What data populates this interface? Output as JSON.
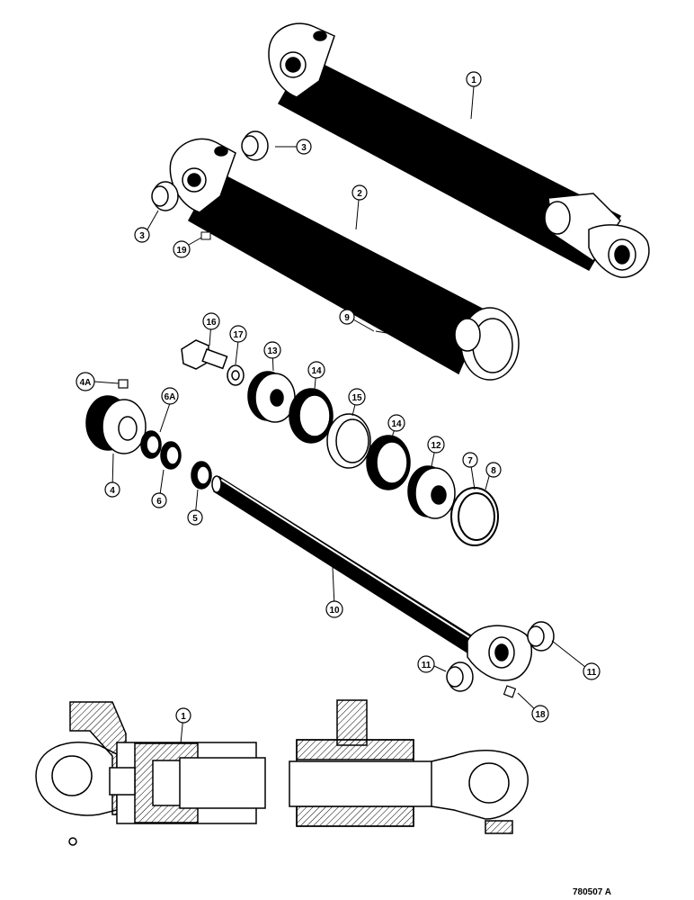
{
  "figure": {
    "id": "780507 A"
  },
  "callouts": [
    {
      "key": "c1_top",
      "label": "1"
    },
    {
      "key": "c2",
      "label": "2"
    },
    {
      "key": "c3_a",
      "label": "3"
    },
    {
      "key": "c3_b",
      "label": "3"
    },
    {
      "key": "c19",
      "label": "19"
    },
    {
      "key": "c9",
      "label": "9"
    },
    {
      "key": "c16",
      "label": "16"
    },
    {
      "key": "c17",
      "label": "17"
    },
    {
      "key": "c13",
      "label": "13"
    },
    {
      "key": "c14_a",
      "label": "14"
    },
    {
      "key": "c15",
      "label": "15"
    },
    {
      "key": "c14_b",
      "label": "14"
    },
    {
      "key": "c12",
      "label": "12"
    },
    {
      "key": "c7",
      "label": "7"
    },
    {
      "key": "c8",
      "label": "8"
    },
    {
      "key": "c4A",
      "label": "4A"
    },
    {
      "key": "c6A",
      "label": "6A"
    },
    {
      "key": "c4",
      "label": "4"
    },
    {
      "key": "c6",
      "label": "6"
    },
    {
      "key": "c5",
      "label": "5"
    },
    {
      "key": "c10",
      "label": "10"
    },
    {
      "key": "c11_a",
      "label": "11"
    },
    {
      "key": "c11_b",
      "label": "11"
    },
    {
      "key": "c18",
      "label": "18"
    },
    {
      "key": "c1_section",
      "label": "1"
    }
  ]
}
